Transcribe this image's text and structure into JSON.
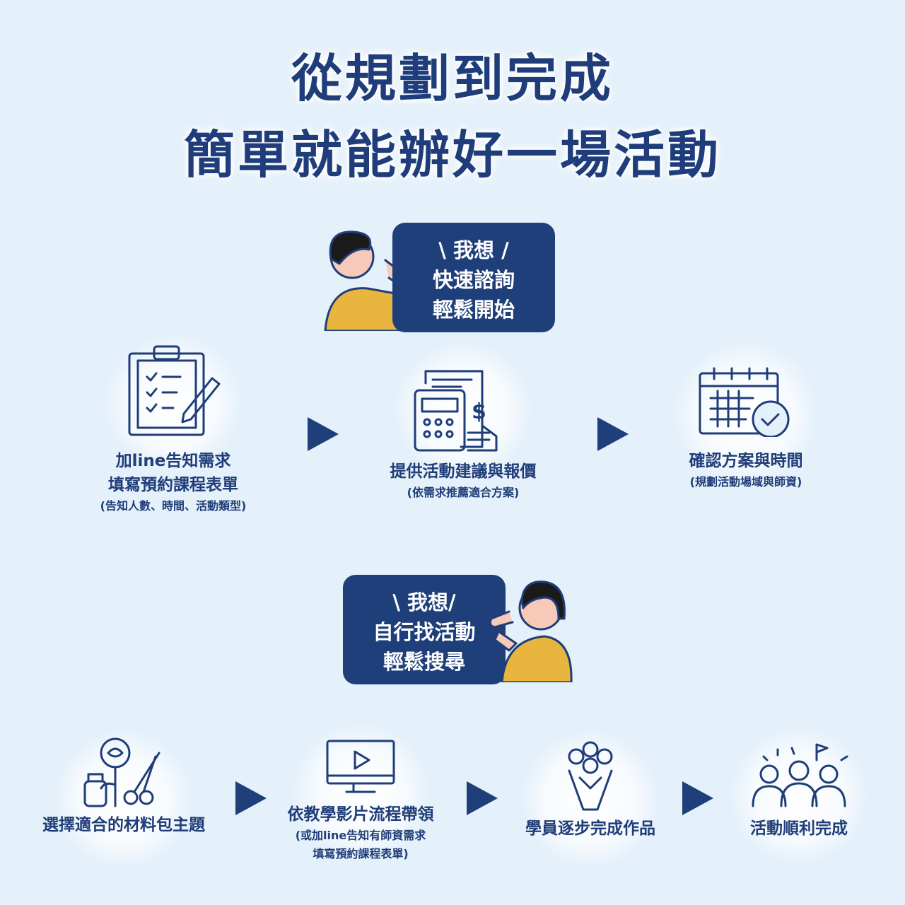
{
  "title": {
    "line1": "從規劃到完成",
    "line2": "簡單就能辦好一場活動"
  },
  "consult_bubble": {
    "line1": "\\ 我想 /",
    "line2": "快速諮詢",
    "line3": "輕鬆開始"
  },
  "self_bubble": {
    "line1": "\\ 我想/",
    "line2": "自行找活動",
    "line3": "輕鬆搜尋"
  },
  "consult_steps": [
    {
      "icon": "clipboard-checklist-icon",
      "lines": [
        "加line告知需求",
        "填寫預約課程表單"
      ],
      "note": "(告知人數、時間、活動類型)"
    },
    {
      "icon": "calculator-invoice-icon",
      "lines": [
        "提供活動建議與報價"
      ],
      "note": "(依需求推薦適合方案)"
    },
    {
      "icon": "calendar-check-icon",
      "lines": [
        "確認方案與時間"
      ],
      "note": "(規劃活動場域與師資)"
    }
  ],
  "self_steps": [
    {
      "icon": "rose-craft-kit-icon",
      "label": "選擇適合的材料包主題"
    },
    {
      "icon": "video-monitor-icon",
      "label": "依教學影片流程帶領",
      "note1": "(或加line告知有師資需求",
      "note2": "填寫預約課程表單)"
    },
    {
      "icon": "bouquet-icon",
      "label": "學員逐步完成作品"
    },
    {
      "icon": "celebrating-people-icon",
      "label": "活動順利完成"
    }
  ]
}
